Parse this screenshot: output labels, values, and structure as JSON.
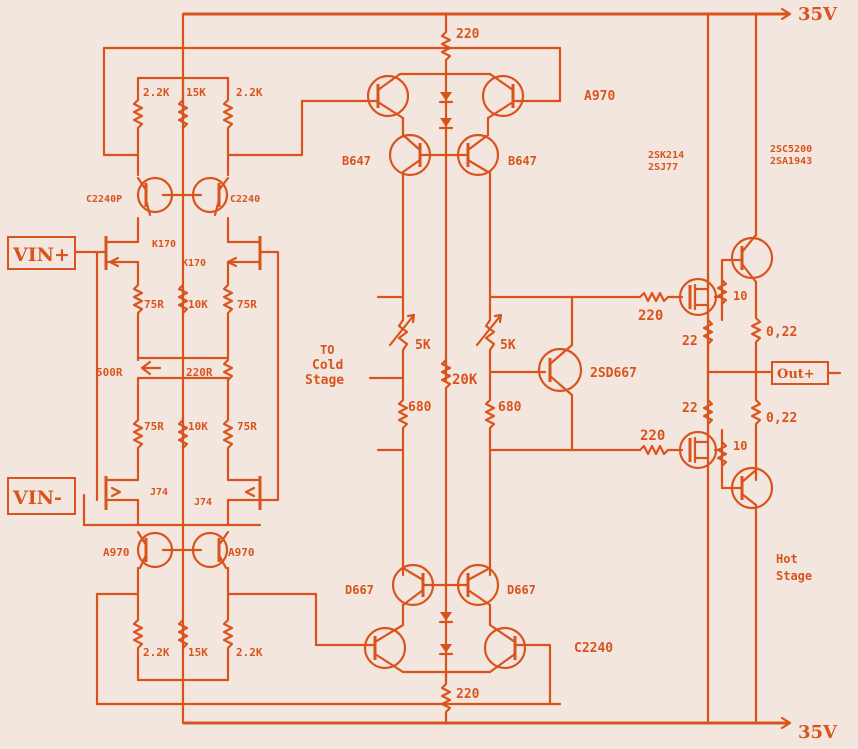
{
  "diagram": {
    "rails": {
      "top": "35V",
      "bottom": "35V"
    },
    "inputs": {
      "plus": "VIN+",
      "minus": "VIN-"
    },
    "output": "Out+",
    "input_stage": {
      "top_resistors": [
        "2.2K",
        "15K",
        "2.2K"
      ],
      "top_transistors": [
        "C2240P",
        "C2240"
      ],
      "jfets_top": [
        "K170",
        "K170"
      ],
      "mid_resistors_top": [
        "75R",
        "10K",
        "75R"
      ],
      "pot": "500R",
      "pot_res": "220R",
      "mid_resistors_bottom": [
        "75R",
        "10K",
        "75R"
      ],
      "jfets_bottom": [
        "J74",
        "J74"
      ],
      "bottom_transistors": [
        "A970",
        "A970"
      ],
      "bottom_resistors": [
        "2.2K",
        "15K",
        "2.2K"
      ]
    },
    "vas": {
      "top_res": "220",
      "top_pair": "A970",
      "b647_left": "B647",
      "b647_right": "B647",
      "cold_label": "TO\nCOLD\nStage",
      "trim_left": "5K",
      "trim_right": "5K",
      "center_res": "20K",
      "res_left": "680",
      "res_right": "680",
      "d667_left": "D667",
      "d667_right": "D667",
      "bottom_pair": "C2240",
      "bottom_res": "220",
      "bias_transistor": "2SD667"
    },
    "output_stage": {
      "mosfet_types": [
        "2SK214",
        "2SJ77"
      ],
      "bjt_types": [
        "2SC5200",
        "2SA1943"
      ],
      "gate_res_top": "220",
      "gate_res_bottom": "220",
      "res_22_top": "22",
      "res_22_bottom": "22",
      "res_10_top": "10",
      "res_10_bottom": "10",
      "emitter_top": "0,22",
      "emitter_bottom": "0,22",
      "hot_label": "Hot\nStage"
    }
  }
}
